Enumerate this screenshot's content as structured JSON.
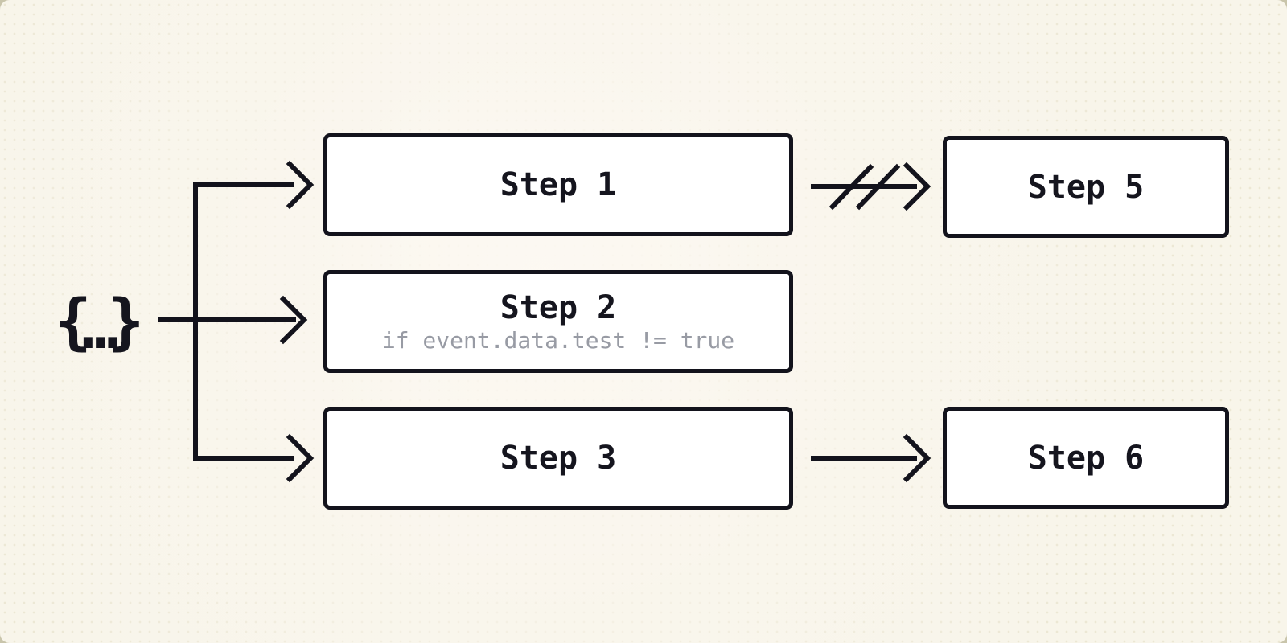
{
  "diagram": {
    "source": {
      "bracket_open": "{",
      "dots": "…",
      "bracket_close": "}"
    },
    "nodes": [
      {
        "id": "step-1",
        "label": "Step 1"
      },
      {
        "id": "step-2",
        "label": "Step 2",
        "sublabel": "if event.data.test != true"
      },
      {
        "id": "step-3",
        "label": "Step 3"
      },
      {
        "id": "step-5",
        "label": "Step 5"
      },
      {
        "id": "step-6",
        "label": "Step 6"
      }
    ],
    "edges": [
      {
        "from": "source",
        "to": "step-1",
        "style": "solid"
      },
      {
        "from": "source",
        "to": "step-2",
        "style": "solid"
      },
      {
        "from": "source",
        "to": "step-3",
        "style": "solid"
      },
      {
        "from": "step-1",
        "to": "step-5",
        "style": "broken"
      },
      {
        "from": "step-3",
        "to": "step-6",
        "style": "solid"
      }
    ],
    "colors": {
      "ink": "#13131c",
      "node_background": "#ffffff",
      "canvas_background": "#f8f5ea",
      "subtitle_gray": "#989ba4"
    }
  }
}
